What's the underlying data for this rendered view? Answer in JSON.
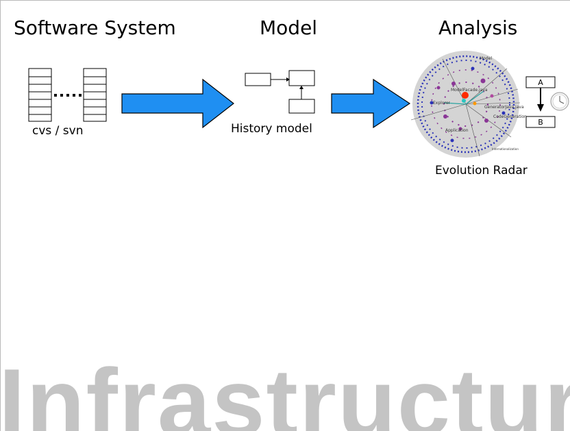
{
  "headings": {
    "software_system": "Software System",
    "model": "Model",
    "analysis": "Analysis"
  },
  "captions": {
    "cvs": "cvs / svn",
    "history": "History model",
    "radar": "Evolution Radar"
  },
  "version_boxes": {
    "a": "A",
    "b": "B"
  },
  "radar_labels": {
    "model": "Model",
    "model_facade": "ModelFacade.java",
    "explorer": "Explorer",
    "generator": "GeneratorJava.java",
    "code_generation": "CodeGeneration",
    "application": "Application",
    "internationalization": "Internationalization"
  },
  "watermark": "Infrastructure",
  "colors": {
    "arrow_fill": "#1f8ff2",
    "arrow_stroke": "#000000",
    "radar_bg": "#d4d4d4",
    "dot_blue": "#2b33b8",
    "dot_purple": "#8a3596",
    "highlight": "#ff2a00",
    "watermark": "#c4c4c4"
  }
}
